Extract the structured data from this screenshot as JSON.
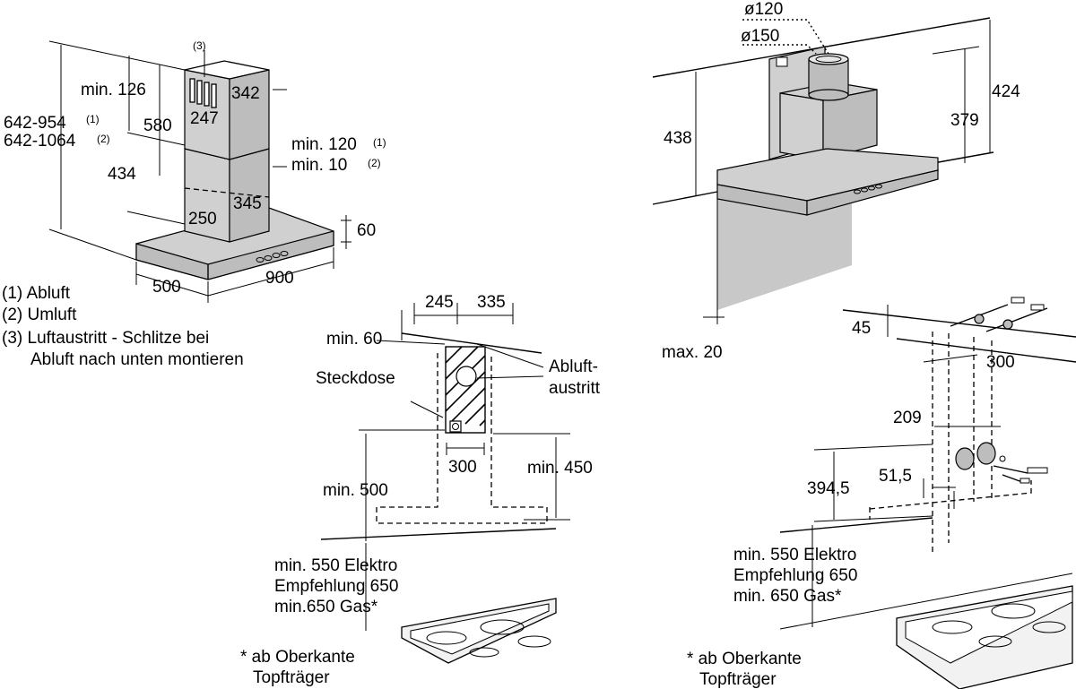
{
  "hood_view": {
    "marker_3": "(3)",
    "min_126": "min. 126",
    "d_342": "342",
    "height_range_1": "642-954",
    "height_range_1_note": "(1)",
    "height_range_2": "642-1064",
    "height_range_2_note": "(2)",
    "d_580": "580",
    "d_247": "247",
    "min_120": "min. 120",
    "min_120_note": "(1)",
    "min_10": "min. 10",
    "min_10_note": "(2)",
    "d_434": "434",
    "d_345": "345",
    "d_250": "250",
    "d_60": "60",
    "d_500": "500",
    "d_900": "900"
  },
  "legend": {
    "item1": "(1) Abluft",
    "item2": "(2) Umluft",
    "item3_line1": "(3) Luftaustritt - Schlitze bei",
    "item3_line2": "Abluft nach unten montieren"
  },
  "wall_view_left": {
    "d_245": "245",
    "d_335": "335",
    "min_60": "min. 60",
    "steckdose": "Steckdose",
    "abluft_1": "Abluft-",
    "abluft_2": "austritt",
    "d_300": "300",
    "min_450": "min. 450",
    "min_500": "min. 500",
    "note_1": "min. 550 Elektro",
    "note_2": "Empfehlung 650",
    "note_3": "min.650 Gas*",
    "footnote_1": "* ab Oberkante",
    "footnote_2": "Topfträger"
  },
  "side_view": {
    "dia_120": "ø120",
    "dia_150": "ø150",
    "d_424": "424",
    "d_438": "438",
    "d_379": "379",
    "max_20": "max. 20"
  },
  "wall_view_right": {
    "d_45": "45",
    "d_300": "300",
    "d_209": "209",
    "d_394_5": "394,5",
    "d_51_5": "51,5",
    "note_1": "min. 550 Elektro",
    "note_2": "Empfehlung 650",
    "note_3": "min. 650 Gas*",
    "footnote_1": "* ab Oberkante",
    "footnote_2": "Topfträger"
  }
}
